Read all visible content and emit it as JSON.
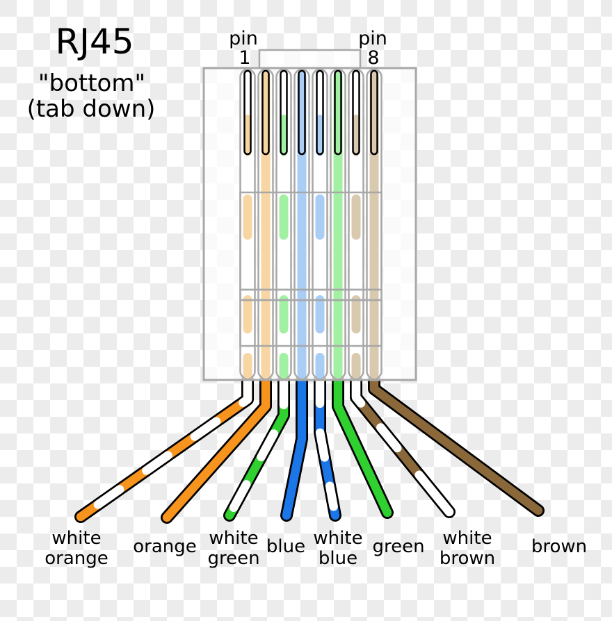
{
  "header": {
    "title": "RJ45",
    "subtitle_line1": "\"bottom\"",
    "subtitle_line2": "(tab down)"
  },
  "pins": {
    "left_word": "pin",
    "left_number": "1",
    "right_word": "pin",
    "right_number": "8"
  },
  "palette": {
    "connector_outline": "#a8a8a8",
    "wire_outline": "#000000",
    "checker_gray": "#ececec",
    "connector_fill": "rgba(255,255,255,0.75)"
  },
  "wires": [
    {
      "name": "white-orange",
      "label_lines": [
        "white",
        "orange"
      ],
      "striped": true,
      "pale": "#f8d6a4",
      "bright": "#f7941d"
    },
    {
      "name": "orange",
      "label_lines": [
        "orange"
      ],
      "striped": false,
      "pale": "#f8d6a4",
      "bright": "#f7941d"
    },
    {
      "name": "white-green",
      "label_lines": [
        "white",
        "green"
      ],
      "striped": true,
      "pale": "#a2f0a2",
      "bright": "#2fd02f"
    },
    {
      "name": "blue",
      "label_lines": [
        "blue"
      ],
      "striped": false,
      "pale": "#a9cdf5",
      "bright": "#1b76e8"
    },
    {
      "name": "white-blue",
      "label_lines": [
        "white",
        "blue"
      ],
      "striped": true,
      "pale": "#a9cdf5",
      "bright": "#1b76e8"
    },
    {
      "name": "green",
      "label_lines": [
        "green"
      ],
      "striped": false,
      "pale": "#a2f0a2",
      "bright": "#2fd02f"
    },
    {
      "name": "white-brown",
      "label_lines": [
        "white",
        "brown"
      ],
      "striped": true,
      "pale": "#d9c9ae",
      "bright": "#8a683a"
    },
    {
      "name": "brown",
      "label_lines": [
        "brown"
      ],
      "striped": false,
      "pale": "#d9c9ae",
      "bright": "#8a683a"
    }
  ]
}
